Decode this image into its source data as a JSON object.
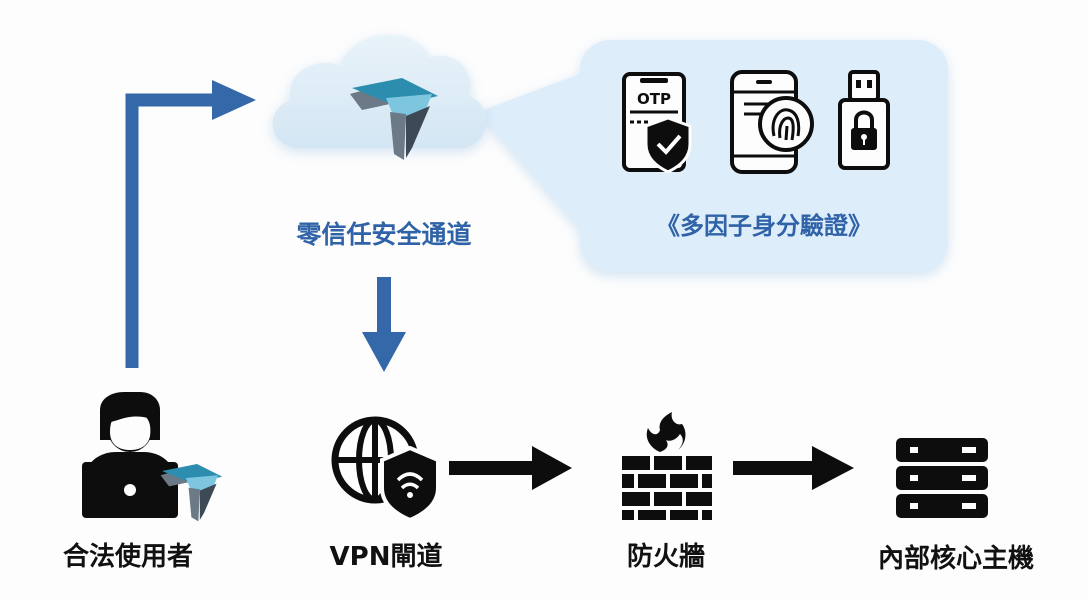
{
  "colors": {
    "flow_blue": "#3468a9",
    "label_blue": "#2f62a7",
    "dark": "#0d0d0d",
    "cloud_fill": "#dcecf7",
    "bubble_fill": "#deedfa",
    "logo_teal": "#2d8dae",
    "logo_light": "#7ec6df",
    "logo_gray": "#6b7a86"
  },
  "icons": {
    "cloud": "cloud-icon",
    "logo": "zero-trust-logo-icon",
    "otp": "otp-phone-icon",
    "fingerprint": "fingerprint-phone-icon",
    "usb": "usb-key-icon",
    "user": "user-laptop-icon",
    "vpn": "vpn-globe-shield-icon",
    "firewall": "firewall-icon",
    "server": "server-icon"
  },
  "diagram": {
    "tunnel_label": "零信任安全通道",
    "mfa_label": "《多因子身分驗證》",
    "otp_text": "OTP",
    "nodes": {
      "user": "合法使用者",
      "vpn": "VPN閘道",
      "firewall": "防火牆",
      "server": "內部核心主機"
    }
  }
}
